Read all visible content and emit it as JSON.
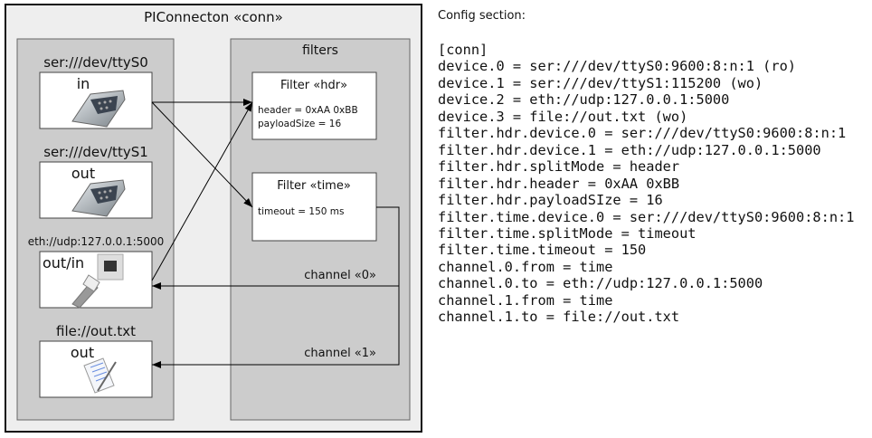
{
  "diagram": {
    "title": "PIConnecton «conn»",
    "filters_label": "filters",
    "devices": [
      {
        "label": "ser:///dev/ttyS0",
        "mode": "in",
        "icon": "serial-port-icon"
      },
      {
        "label": "ser:///dev/ttyS1",
        "mode": "out",
        "icon": "serial-port-icon"
      },
      {
        "label": "eth://udp:127.0.0.1:5000",
        "mode": "out/in",
        "icon": "ethernet-cable-icon"
      },
      {
        "label": "file://out.txt",
        "mode": "out",
        "icon": "text-file-icon"
      }
    ],
    "filters": [
      {
        "title": "Filter «hdr»",
        "params": [
          "header = 0xAA 0xBB",
          "payloadSize = 16"
        ]
      },
      {
        "title": "Filter «time»",
        "params": [
          "timeout = 150 ms"
        ]
      }
    ],
    "channels": [
      "channel «0»",
      "channel «1»"
    ]
  },
  "config": {
    "title": "Config section:",
    "lines": [
      "[conn]",
      "device.0 = ser:///dev/ttyS0:9600:8:n:1 (ro)",
      "device.1 = ser:///dev/ttyS1:115200 (wo)",
      "device.2 = eth://udp:127.0.0.1:5000",
      "device.3 = file://out.txt (wo)",
      "filter.hdr.device.0 = ser:///dev/ttyS0:9600:8:n:1",
      "filter.hdr.device.1 = eth://udp:127.0.0.1:5000",
      "filter.hdr.splitMode = header",
      "filter.hdr.header = 0xAA 0xBB",
      "filter.hdr.payloadSIze = 16",
      "filter.time.device.0 = ser:///dev/ttyS0:9600:8:n:1",
      "filter.time.splitMode = timeout",
      "filter.time.timeout = 150",
      "channel.0.from = time",
      "channel.0.to = eth://udp:127.0.0.1:5000",
      "channel.1.from = time",
      "channel.1.to = file://out.txt"
    ]
  }
}
